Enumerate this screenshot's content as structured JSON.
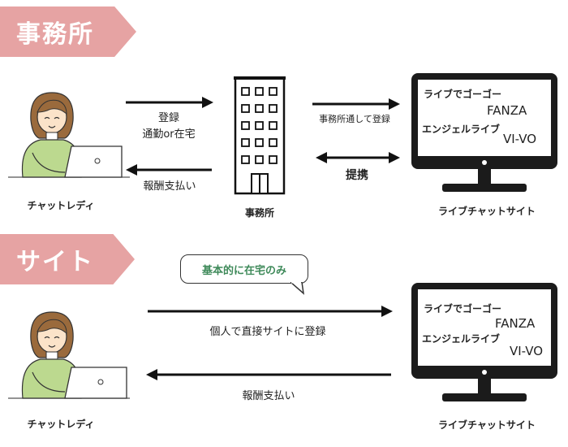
{
  "sections": {
    "office_banner": "事務所",
    "site_banner": "サイト"
  },
  "office_flow": {
    "chatlady_label": "チャットレディ",
    "office_label": "事務所",
    "site_label": "ライブチャットサイト",
    "arrow_register_line1": "登録",
    "arrow_register_line2": "通勤or在宅",
    "arrow_payment": "報酬支払い",
    "arrow_office_register": "事務所通して登録",
    "arrow_partnership": "提携",
    "screen_sites": [
      "ライブでゴーゴー",
      "FANZA",
      "エンジェルライブ",
      "VI-VO"
    ]
  },
  "site_flow": {
    "bubble": "基本的に在宅のみ",
    "chatlady_label": "チャットレディ",
    "site_label": "ライブチャットサイト",
    "arrow_direct_register": "個人で直接サイトに登録",
    "arrow_payment": "報酬支払い",
    "screen_sites": [
      "ライブでゴーゴー",
      "FANZA",
      "エンジェルライブ",
      "VI-VO"
    ]
  },
  "colors": {
    "banner": "#e6a3a3",
    "bubble_text": "#3f8a5a",
    "sweater": "#bcd98f",
    "hair": "#9a6a3c",
    "skin": "#fbe3c9",
    "monitor": "#1b1b1b"
  }
}
